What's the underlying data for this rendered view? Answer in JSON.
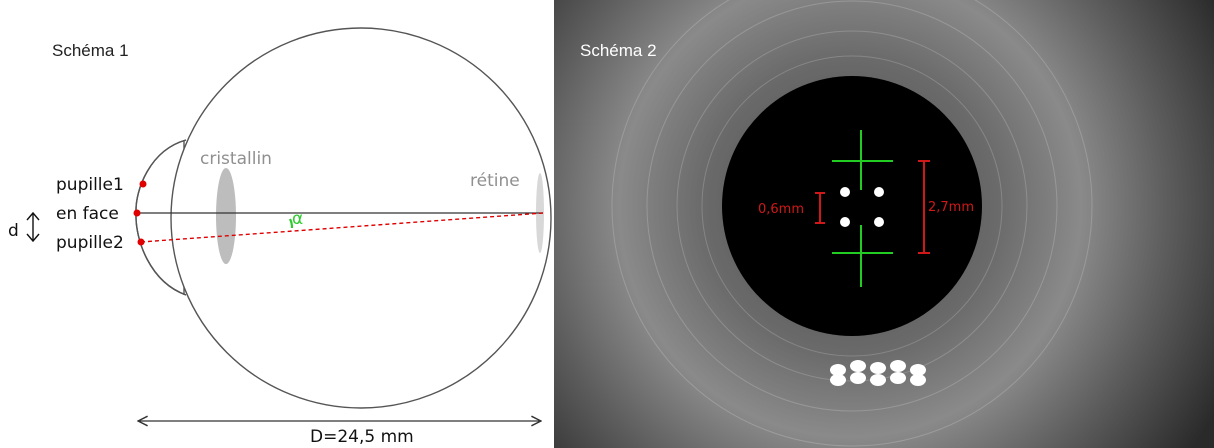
{
  "schema1": {
    "title": "Schéma 1",
    "labels": {
      "cristallin": "cristallin",
      "retine": "rétine",
      "pupille1": "pupille1",
      "en_face": "en face",
      "pupille2": "pupille2",
      "d": "d",
      "alpha": "α",
      "diameter": "D=24,5 mm"
    },
    "colors": {
      "outline": "#555555",
      "lens": "#bdbdbd",
      "pupil_dot": "#e00000",
      "dashed_ray": "#e00000",
      "alpha_arc": "#2ecc2e",
      "label_gray": "#909090"
    }
  },
  "schema2": {
    "title": "Schéma 2",
    "labels": {
      "small_gap": "0,6mm",
      "large_gap": "2,7mm"
    },
    "colors": {
      "measure": "#d01818",
      "crosshair": "#22cc22",
      "pupil": "#000000",
      "reflection": "#ffffff"
    }
  }
}
